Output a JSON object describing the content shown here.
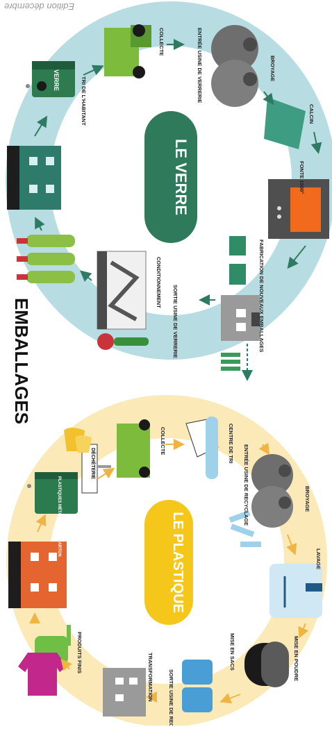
{
  "watermark": "Edition décembre",
  "title": "EMBALLAGES",
  "verre": {
    "name": "LE VERRE",
    "steps": {
      "tri": "TRI DE L'HABITANT",
      "collecte": "COLLECTE",
      "entree": "ENTRÉE USINE DE VERRERIE",
      "broyage": "BROYAGE",
      "calcin": "CALCIN",
      "fonte": "FONTE 1500°",
      "fabrication": "FABRICATION DE NOUVEAUX EMBALLAGES",
      "sortie": "SORTIE USINE DE VERRERIE",
      "conditionnement": "CONDITIONNEMENT"
    },
    "bin_label": "VERRE"
  },
  "plastique": {
    "name": "LE PLASTIQUE",
    "steps": {
      "collecte": "COLLECTE",
      "centre_tri": "CENTRE DE TRI",
      "entree": "ENTRÉE USINE DE RECYCLAGE",
      "broyage": "BROYAGE",
      "lavage": "LAVAGE",
      "poudre": "MISE EN POUDRE",
      "sacs": "MISE EN SACS",
      "sortie": "SORTIE USINE DE RECYCLAGE",
      "transformation": "TRANSFORMATION",
      "produits": "PRODUITS FINIS"
    },
    "bin_label": "PLASTIQUES MÉTAUX PAPIER CARTON",
    "dechetterie": "DÉCHÈTERIE"
  },
  "colors": {
    "verre_ring": "#b7dde2",
    "verre_blob": "#2e7a5a",
    "plastique_ring": "#fbe9b8",
    "plastique_blob": "#f5c71a",
    "arrow_green": "#2f7a62",
    "arrow_orange": "#f0b443"
  }
}
